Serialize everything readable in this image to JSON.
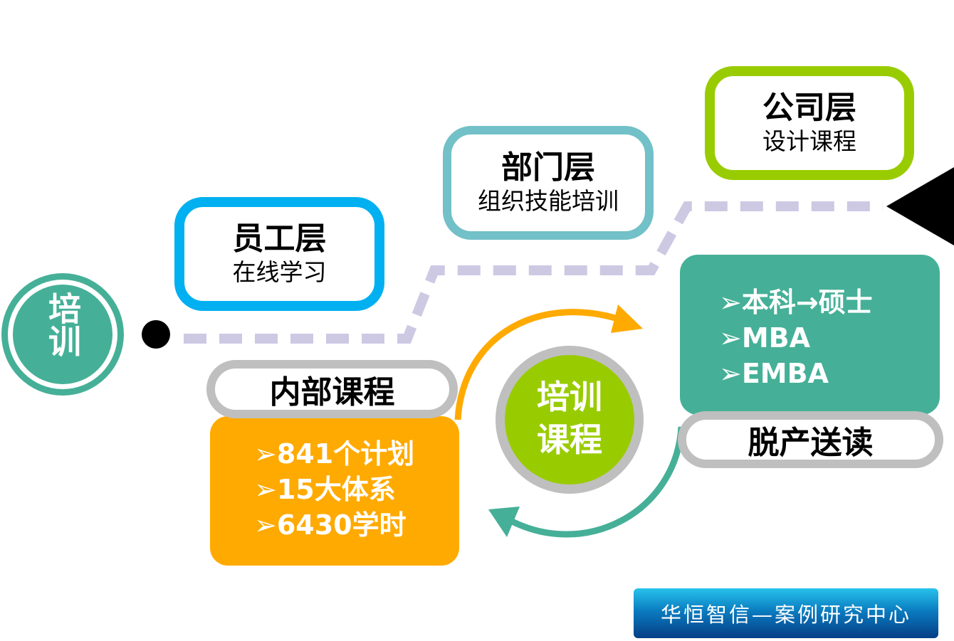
{
  "root": {
    "label": "培训",
    "color": "#45b097"
  },
  "levels": [
    {
      "title": "员工层",
      "subtitle": "在线学习",
      "color": "#00b0f0"
    },
    {
      "title": "部门层",
      "subtitle": "组织技能培训",
      "color": "#72c0c8"
    },
    {
      "title": "公司层",
      "subtitle": "设计课程",
      "color": "#99cc00"
    }
  ],
  "internal": {
    "label": "内部课程",
    "items": [
      "841个计划",
      "15大体系",
      "6430学时"
    ],
    "color": "#ffaa00"
  },
  "center": {
    "line1": "培训",
    "line2": "课程",
    "color": "#99cc00"
  },
  "external": {
    "label": "脱产送读",
    "items": [
      "本科→硕士",
      "MBA",
      "EMBA"
    ],
    "color": "#45b097"
  },
  "path_color": "#cdc9e3",
  "watermark": "华恒智信—案例研究中心"
}
